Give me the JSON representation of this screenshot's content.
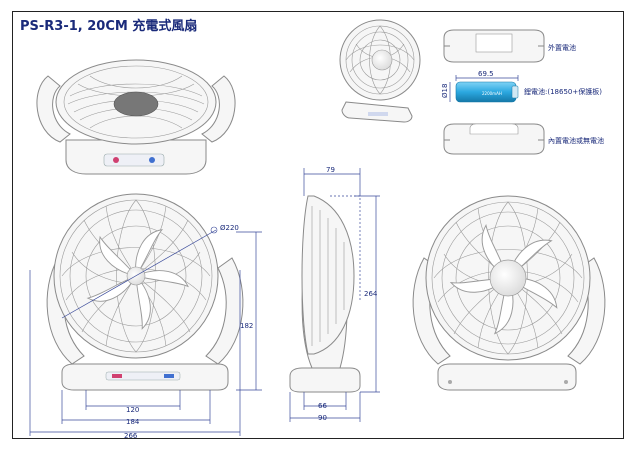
{
  "title": "PS-R3-1, 20CM 充電式風扇",
  "labels": {
    "external_battery": "外置電池",
    "li_battery": "鋰電池:(18650+保護板)",
    "internal_battery": "內置電池或無電池",
    "battery_text": "2200mAH"
  },
  "dims": {
    "battery_len": "69.5",
    "battery_dia": "Ø18",
    "fan_dia": "Ø220",
    "height_front": "182",
    "base_inner": "120",
    "base_mid": "184",
    "overall_width": "266",
    "depth_top": "79",
    "height_side": "264",
    "side_base_inner": "66",
    "side_base_outer": "90"
  },
  "colors": {
    "title": "#1a2a7a",
    "battery": "#2ba8e0",
    "dimension": "#3a4a9a"
  }
}
